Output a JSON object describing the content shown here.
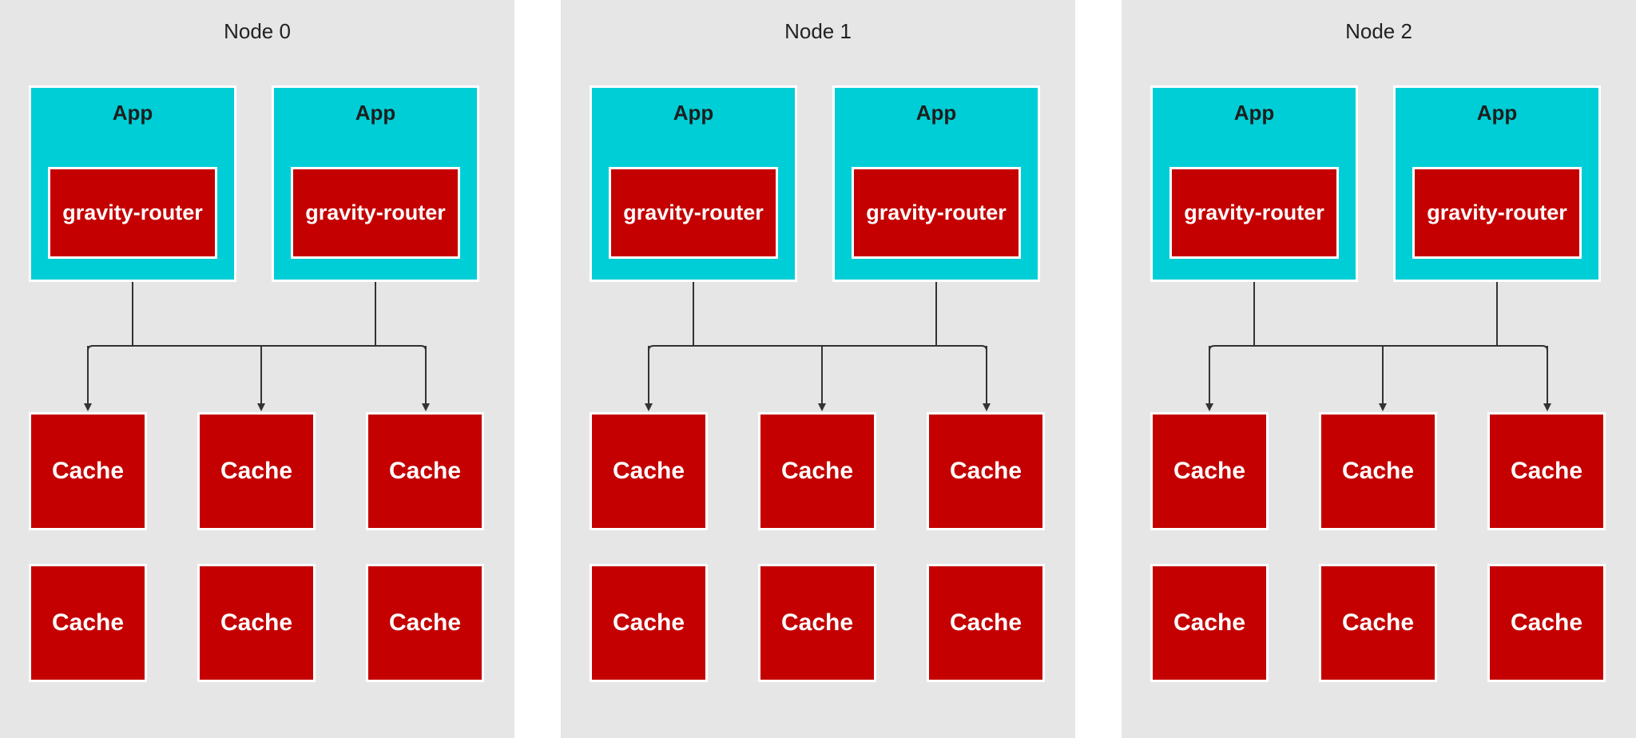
{
  "colors": {
    "node_bg": "#e6e6e6",
    "app_bg": "#00ced6",
    "router_bg": "#c40000",
    "cache_bg": "#c40000",
    "connector": "#333333"
  },
  "nodes": [
    {
      "title": "Node 0",
      "apps": [
        {
          "label": "App",
          "router": "gravity-router"
        },
        {
          "label": "App",
          "router": "gravity-router"
        }
      ],
      "caches": [
        "Cache",
        "Cache",
        "Cache",
        "Cache",
        "Cache",
        "Cache"
      ]
    },
    {
      "title": "Node 1",
      "apps": [
        {
          "label": "App",
          "router": "gravity-router"
        },
        {
          "label": "App",
          "router": "gravity-router"
        }
      ],
      "caches": [
        "Cache",
        "Cache",
        "Cache",
        "Cache",
        "Cache",
        "Cache"
      ]
    },
    {
      "title": "Node 2",
      "apps": [
        {
          "label": "App",
          "router": "gravity-router"
        },
        {
          "label": "App",
          "router": "gravity-router"
        }
      ],
      "caches": [
        "Cache",
        "Cache",
        "Cache",
        "Cache",
        "Cache",
        "Cache"
      ]
    }
  ]
}
